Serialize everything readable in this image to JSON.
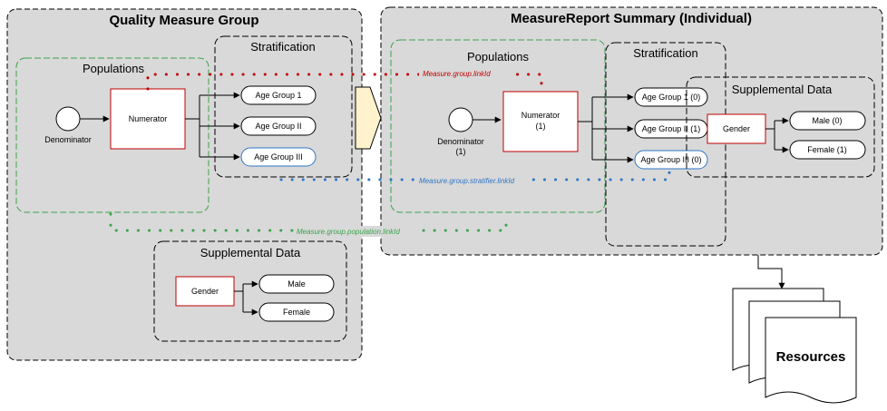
{
  "left_panel": {
    "title": "Quality Measure Group",
    "populations": {
      "title": "Populations",
      "denominator": "Denominator",
      "numerator": "Numerator"
    },
    "stratification": {
      "title": "Stratification",
      "items": [
        "Age Group 1",
        "Age Group II",
        "Age Group III"
      ]
    },
    "supplemental": {
      "title": "Supplemental Data",
      "gender": "Gender",
      "items": [
        "Male",
        "Female"
      ]
    }
  },
  "right_panel": {
    "title": "MeasureReport Summary (Individual)",
    "populations": {
      "title": "Populations",
      "denominator": [
        "Denominator",
        "(1)"
      ],
      "numerator": [
        "Numerator",
        "(1)"
      ]
    },
    "stratification": {
      "title": "Stratification",
      "items": [
        "Age Group 1 (0)",
        "Age Group II (1)",
        "Age Group III (0)"
      ]
    },
    "supplemental": {
      "title": "Supplemental Data",
      "gender": "Gender",
      "items": [
        "Male (0)",
        "Female (1)"
      ]
    }
  },
  "links": {
    "group_linkid": "Measure.group.linkId",
    "stratifier_linkid": "Measure.group.stratifier.linkId",
    "population_linkid": "Measure.group.population.linkId"
  },
  "resources": {
    "label": "Resources"
  },
  "colors": {
    "panel_fill": "#d9d9d9",
    "node_red": "#c00000",
    "green_dash": "#3aa34a",
    "blue_dot": "#2e75c6",
    "arrow_fill": "#fff2cc"
  }
}
